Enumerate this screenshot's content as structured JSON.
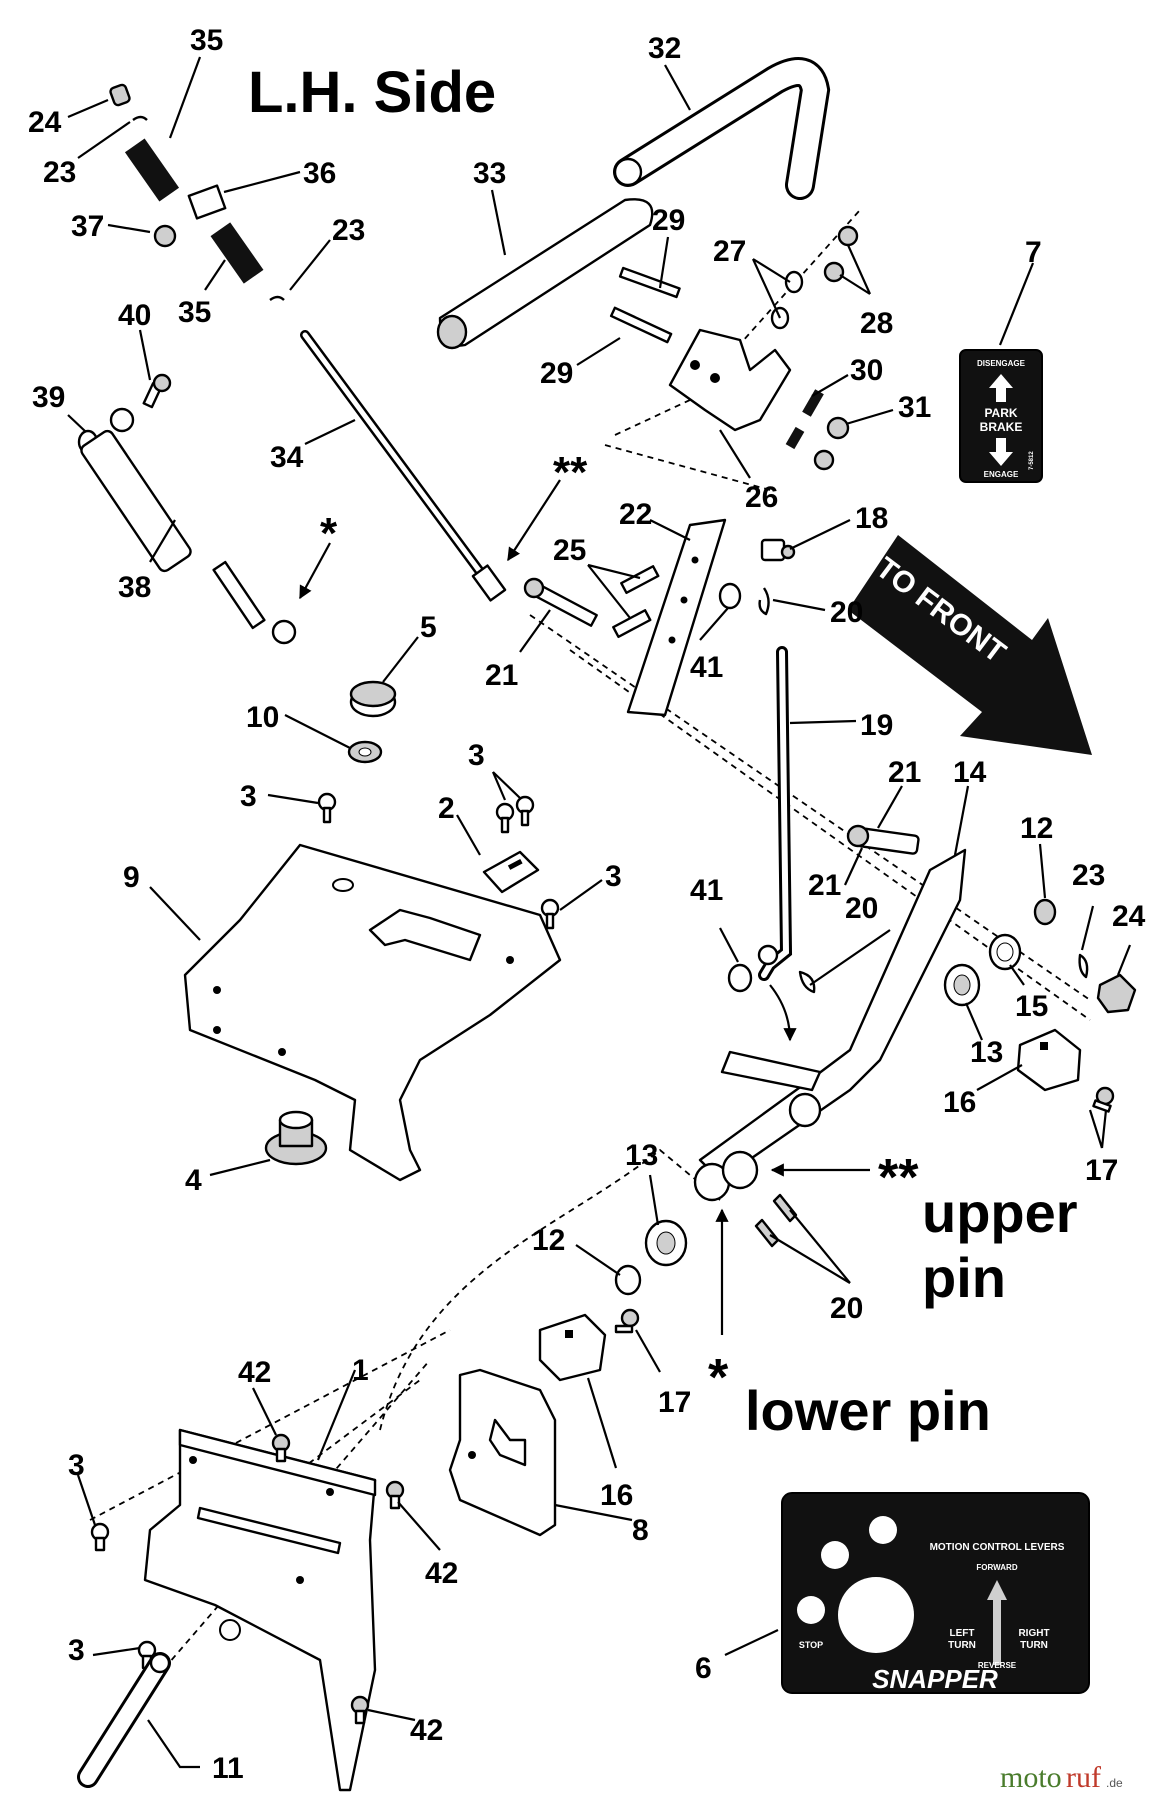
{
  "diagram": {
    "side_title": "L.H. Side",
    "direction_arrow": "TO FRONT",
    "pin_labels": {
      "upper_marker": "**",
      "upper": "upper pin",
      "lower_marker": "*",
      "lower": "lower pin"
    },
    "callouts": [
      {
        "id": "c35a",
        "text": "35"
      },
      {
        "id": "c24a",
        "text": "24"
      },
      {
        "id": "c23a",
        "text": "23"
      },
      {
        "id": "c36",
        "text": "36"
      },
      {
        "id": "c37",
        "text": "37"
      },
      {
        "id": "c35b",
        "text": "35"
      },
      {
        "id": "c23b",
        "text": "23"
      },
      {
        "id": "c32",
        "text": "32"
      },
      {
        "id": "c33",
        "text": "33"
      },
      {
        "id": "c29a",
        "text": "29"
      },
      {
        "id": "c27",
        "text": "27"
      },
      {
        "id": "c28",
        "text": "28"
      },
      {
        "id": "c7",
        "text": "7"
      },
      {
        "id": "c29b",
        "text": "29"
      },
      {
        "id": "c30",
        "text": "30"
      },
      {
        "id": "c31",
        "text": "31"
      },
      {
        "id": "c26",
        "text": "26"
      },
      {
        "id": "c40",
        "text": "40"
      },
      {
        "id": "c39",
        "text": "39"
      },
      {
        "id": "c34",
        "text": "34"
      },
      {
        "id": "c38",
        "text": "38"
      },
      {
        "id": "c22",
        "text": "22"
      },
      {
        "id": "c25",
        "text": "25"
      },
      {
        "id": "c18",
        "text": "18"
      },
      {
        "id": "c20a",
        "text": "20"
      },
      {
        "id": "c41a",
        "text": "41"
      },
      {
        "id": "c21a",
        "text": "21"
      },
      {
        "id": "c5",
        "text": "5"
      },
      {
        "id": "c10",
        "text": "10"
      },
      {
        "id": "c19",
        "text": "19"
      },
      {
        "id": "c3a",
        "text": "3"
      },
      {
        "id": "c3b",
        "text": "3"
      },
      {
        "id": "c2",
        "text": "2"
      },
      {
        "id": "c21b",
        "text": "21"
      },
      {
        "id": "c14",
        "text": "14"
      },
      {
        "id": "c21c",
        "text": "21"
      },
      {
        "id": "c12a",
        "text": "12"
      },
      {
        "id": "c3c",
        "text": "3"
      },
      {
        "id": "c9",
        "text": "9"
      },
      {
        "id": "c41b",
        "text": "41"
      },
      {
        "id": "c20b",
        "text": "20"
      },
      {
        "id": "c23c",
        "text": "23"
      },
      {
        "id": "c24b",
        "text": "24"
      },
      {
        "id": "c15",
        "text": "15"
      },
      {
        "id": "c13a",
        "text": "13"
      },
      {
        "id": "c16a",
        "text": "16"
      },
      {
        "id": "c17a",
        "text": "17"
      },
      {
        "id": "c4",
        "text": "4"
      },
      {
        "id": "c13b",
        "text": "13"
      },
      {
        "id": "c12b",
        "text": "12"
      },
      {
        "id": "c20c",
        "text": "20"
      },
      {
        "id": "c42a",
        "text": "42"
      },
      {
        "id": "c1",
        "text": "1"
      },
      {
        "id": "c17b",
        "text": "17"
      },
      {
        "id": "c3d",
        "text": "3"
      },
      {
        "id": "c16b",
        "text": "16"
      },
      {
        "id": "c42b",
        "text": "42"
      },
      {
        "id": "c8",
        "text": "8"
      },
      {
        "id": "c3e",
        "text": "3"
      },
      {
        "id": "c6",
        "text": "6"
      },
      {
        "id": "c42c",
        "text": "42"
      },
      {
        "id": "c11",
        "text": "11"
      }
    ]
  },
  "decal_park_brake": {
    "top": "DISENGAGE",
    "line1": "PARK",
    "line2": "BRAKE",
    "bottom": "ENGAGE",
    "code": "7-5812"
  },
  "decal_motion": {
    "title": "MOTION CONTROL LEVERS",
    "forward": "FORWARD",
    "reverse": "REVERSE",
    "left": "LEFT",
    "left2": "TURN",
    "right": "RIGHT",
    "right2": "TURN",
    "stop": "STOP",
    "brand": "SNAPPER"
  },
  "watermark": {
    "part1": "moto",
    "part2": "ruf",
    "suffix": ".de"
  },
  "colors": {
    "watermark_green": "#4a7c2c",
    "watermark_red": "#c03a2b",
    "ink": "#000000"
  }
}
